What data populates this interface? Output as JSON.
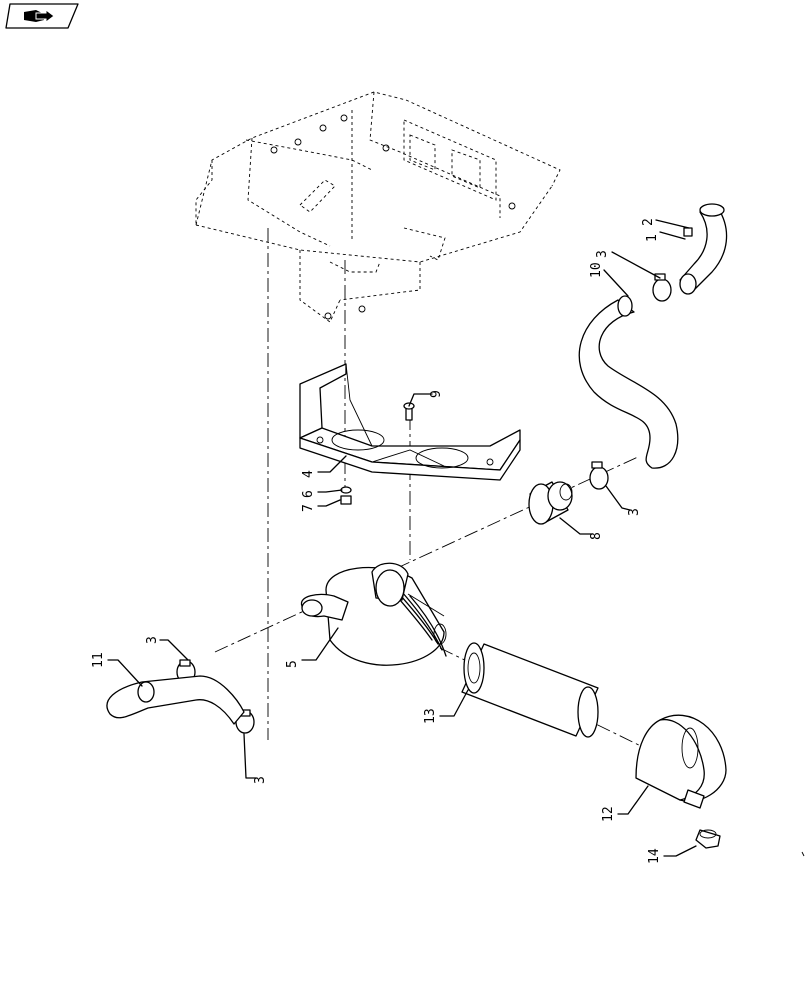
{
  "toolbar": {
    "nav_icon": "book-arrow-icon"
  },
  "callouts": {
    "c1": "1",
    "c2": "2",
    "c3a": "3",
    "c3b": "3",
    "c3c": "3",
    "c3d": "3",
    "c4": "4",
    "c5": "5",
    "c6": "6",
    "c7": "7",
    "c8": "8",
    "c9": "9",
    "c10": "10",
    "c11": "11",
    "c12": "12",
    "c13": "13",
    "c14": "14"
  }
}
